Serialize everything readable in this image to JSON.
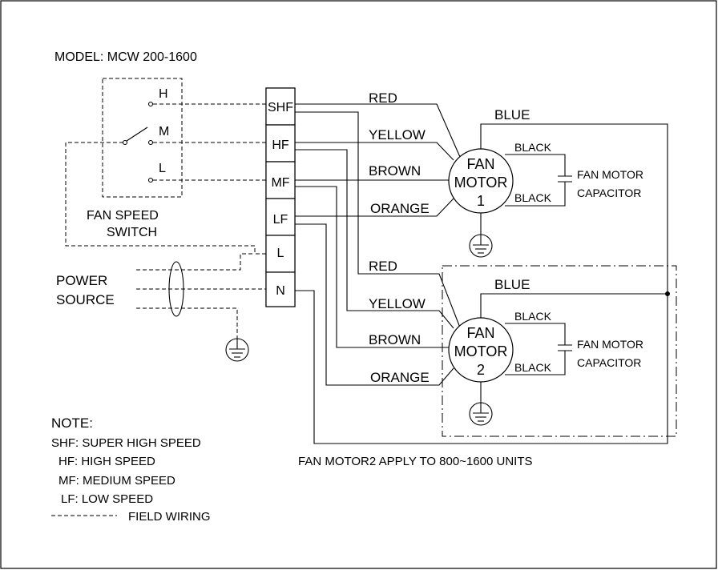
{
  "model": "MODEL: MCW 200-1600",
  "switch": {
    "high": "H",
    "medium": "M",
    "low": "L",
    "title_line1": "FAN SPEED",
    "title_line2": "SWITCH"
  },
  "terminals": [
    "SHF",
    "HF",
    "MF",
    "LF",
    "L",
    "N"
  ],
  "power_source": {
    "line1": "POWER",
    "line2": "SOURCE"
  },
  "motor1": {
    "wires": [
      "RED",
      "YELLOW",
      "BROWN",
      "ORANGE"
    ],
    "common_wire": "BLUE",
    "name_line1": "FAN",
    "name_line2": "MOTOR",
    "number": "1",
    "cap_wire_top": "BLACK",
    "cap_wire_bottom": "BLACK",
    "cap_label_line1": "FAN MOTOR",
    "cap_label_line2": "CAPACITOR"
  },
  "motor2": {
    "wires": [
      "RED",
      "YELLOW",
      "BROWN",
      "ORANGE"
    ],
    "common_wire": "BLUE",
    "name_line1": "FAN",
    "name_line2": "MOTOR",
    "number": "2",
    "cap_wire_top": "BLACK",
    "cap_wire_bottom": "BLACK",
    "cap_label_line1": "FAN MOTOR",
    "cap_label_line2": "CAPACITOR",
    "apply_note": "FAN MOTOR2 APPLY TO 800~1600 UNITS"
  },
  "note": {
    "title": "NOTE:",
    "items": [
      "SHF: SUPER HIGH SPEED",
      "HF: HIGH SPEED",
      "MF: MEDIUM SPEED",
      "LF: LOW SPEED"
    ],
    "field_wiring": "FIELD WIRING"
  }
}
